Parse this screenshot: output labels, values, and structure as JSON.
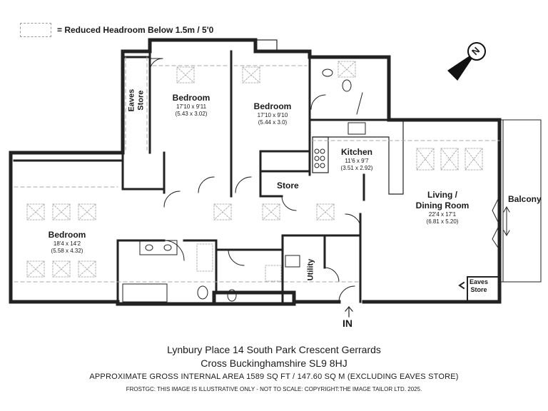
{
  "legend": {
    "text": "= Reduced Headroom Below 1.5m / 5'0"
  },
  "compass": {
    "letter": "N",
    "icon": "north-arrow-icon"
  },
  "rooms": {
    "bedroom_top_left": {
      "name": "Bedroom",
      "dims_imperial": "17'10 x 9'11",
      "dims_metric": "(5.43 x 3.02)"
    },
    "bedroom_top_mid": {
      "name": "Bedroom",
      "dims_imperial": "17'10 x 9'10",
      "dims_metric": "(5.44 x 3.0)"
    },
    "bedroom_left": {
      "name": "Bedroom",
      "dims_imperial": "18'4 x 14'2",
      "dims_metric": "(5.58 x 4.32)"
    },
    "kitchen": {
      "name": "Kitchen",
      "dims_imperial": "11'6 x 9'7",
      "dims_metric": "(3.51 x 2.92)"
    },
    "living": {
      "name_line1": "Living /",
      "name_line2": "Dining Room",
      "dims_imperial": "22'4 x 17'1",
      "dims_metric": "(6.81 x 5.20)"
    }
  },
  "labels": {
    "eaves_store_line1": "Eaves",
    "eaves_store_line2": "Store",
    "store": "Store",
    "utility": "Utility",
    "balcony": "Balcony",
    "eaves_store_small_line1": "Eaves",
    "eaves_store_small_line2": "Store",
    "entrance": "IN"
  },
  "footer": {
    "line1": "Lynbury Place 14 South Park Crescent Gerrards",
    "line2": "Cross Buckinghamshire SL9 8HJ",
    "line3": "APPROXIMATE GROSS INTERNAL AREA 1589 SQ FT / 147.60 SQ M (EXCLUDING EAVES STORE)",
    "line4": "FROSTGC: THIS IMAGE IS ILLUSTRATIVE ONLY - NOT TO SCALE: COPYRIGHT:THE IMAGE TAILOR LTD. 2025."
  }
}
